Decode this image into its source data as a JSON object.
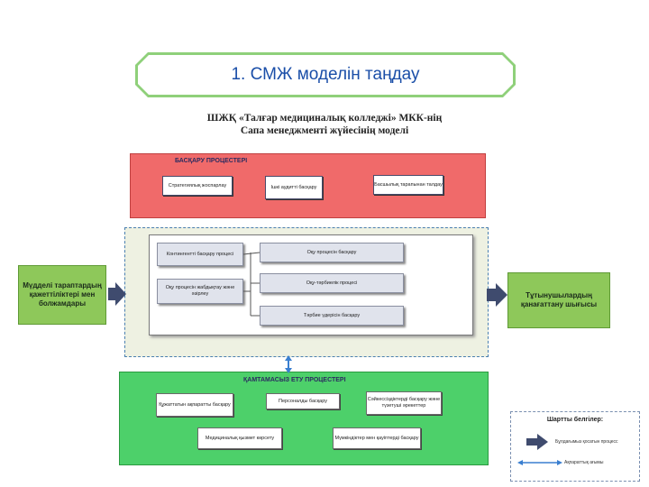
{
  "title": "1. СМЖ моделін таңдау",
  "model_title": {
    "line1": "ШЖҚ «Талғар медициналық колледжі» МКК-нің",
    "line2": "Сапа менеджменті жүйесінің моделі"
  },
  "management": {
    "label": "БАСҚАРУ ПРОЦЕСТЕРІ",
    "boxes": [
      "Стратегиялық жоспарлау",
      "Ішкі аудитті басқару",
      "Басшылық тарапынан талдау"
    ]
  },
  "core": {
    "left_boxes": [
      "Контингентті басқару процесі",
      "Оқу процесін жабдықтау және әзірлеу"
    ],
    "right_boxes": [
      "Оқу процесін басқару",
      "Оқу-тәрбиелік процесі",
      "Тәрбие үдерісін басқару"
    ]
  },
  "input_box": "Мүдделі тараптардың қажеттіліктері мен болжамдары",
  "output_box": "Тұтынушылардың қанағаттану шығысы",
  "support": {
    "label": "ҚАМТАМАСЫЗ ЕТУ ПРОЦЕСТЕРІ",
    "boxes": [
      "Құжаттатын ақпаратты басқару",
      "Персоналды басқару",
      "Сәйкессіздіктерді басқару және түзетуші әрекеттер",
      "Медициналық қызмет көрсету",
      "Мүмкіндіктер мен қауіптерді басқару"
    ]
  },
  "legend": {
    "title": "Шартты белгілер:",
    "items": [
      "Бұлдағымыз қосатын процесс",
      "Ақпараттық ағымы"
    ]
  },
  "colors": {
    "management": "#f06a6a",
    "support": "#4dd06a",
    "side_boxes": "#8ec85a",
    "arrow": "#3f4b6e",
    "title_text": "#1a4ea8"
  }
}
